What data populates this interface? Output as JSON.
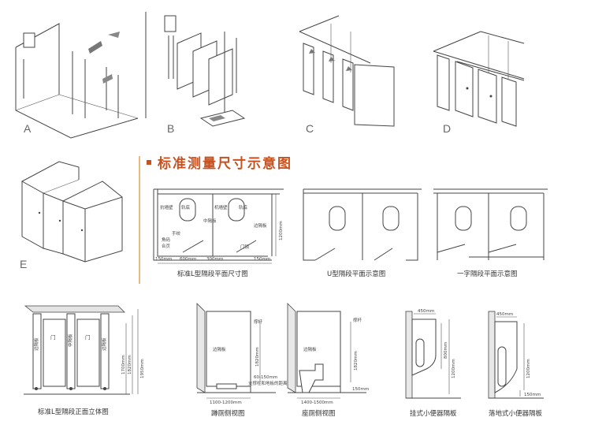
{
  "title": "标准测量尺寸示意图",
  "step_labels": [
    "A",
    "B",
    "C",
    "D",
    "E"
  ],
  "captions": {
    "l_plan": "标准L型隔段平面尺寸图",
    "u_plan": "U型隔段平面示意图",
    "straight_plan": "一字隔段平面示意图",
    "l_elevation": "标准L型隔段正面立体图",
    "squat_side": "蹲厕侧视图",
    "seat_side": "座厕侧视图",
    "wall_urinal": "挂式小便器隔板",
    "floor_urinal": "落地式小便器隔板"
  },
  "plan_labels": {
    "wall_tile": "抗墙壁",
    "valve": "轨底",
    "valve2": "机墙壁",
    "valve3": "轨底",
    "middle_board": "中隔板",
    "side_board": "边隔板",
    "hinge": "手绞",
    "corner": "角码",
    "corner2": "合页",
    "lock": "门锁",
    "dim_150": "150mm",
    "dim_600": "600mm",
    "dim_300": "300mm",
    "dim_1200": "1200mm",
    "dim_150b": "150mm"
  },
  "elevation_labels": {
    "door1": "门",
    "door2": "门",
    "left_board": "边隔板",
    "mid_board": "中隔板",
    "right_board": "边隔板",
    "dim_1700": "1700mm",
    "dim_1820": "1820mm",
    "dim_1950": "1950mm"
  },
  "side_labels": {
    "bar": "撑杆",
    "side_board": "边隔板",
    "dim_1820": "1820mm",
    "gap": "60-150mm",
    "gap_note": "支撑柱和地板的距离",
    "width": "1100-1200mm",
    "bar2": "撑杆",
    "side_board2": "边隔板",
    "dim_1820b": "1820mm",
    "dim_150": "150mm",
    "width2": "1400-1500mm"
  },
  "urinal_labels": {
    "w1": "450mm",
    "h1": "800mm",
    "h2": "1200mm",
    "w2": "450mm",
    "h3": "1200mm",
    "h4": "150mm"
  }
}
